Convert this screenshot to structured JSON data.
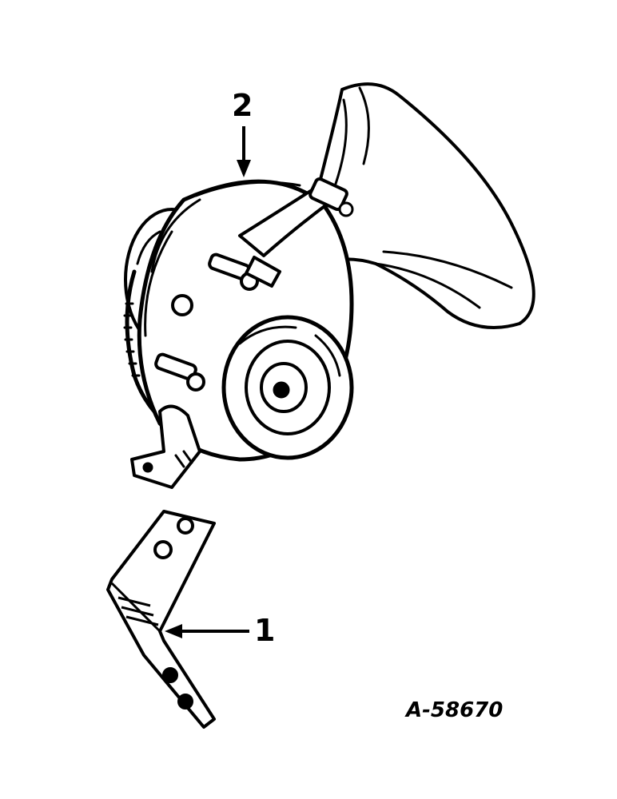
{
  "figure": {
    "reference_number": "A-58670",
    "callouts": [
      {
        "number": "1",
        "part": "bracket"
      },
      {
        "number": "2",
        "part": "horn"
      }
    ]
  },
  "colors": {
    "ink": "#000000",
    "paper": "#ffffff"
  }
}
